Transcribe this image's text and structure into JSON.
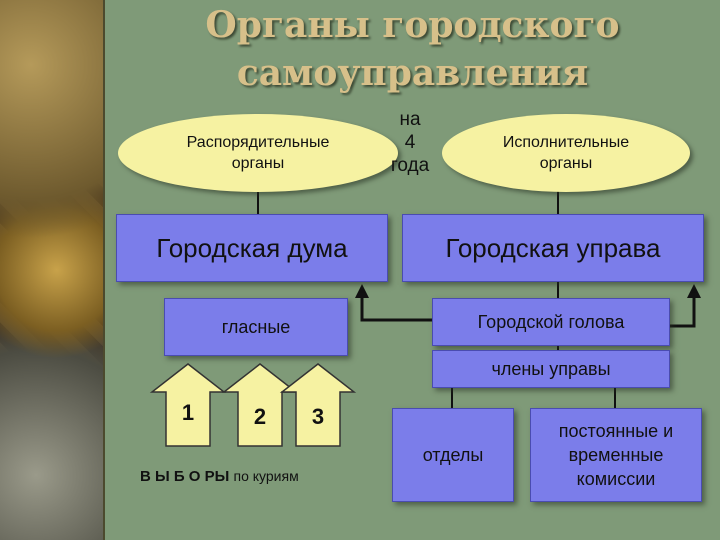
{
  "title": {
    "line1": "Органы городского",
    "line2": "самоуправления"
  },
  "ovals": {
    "left": [
      "Распорядительные",
      "органы"
    ],
    "right": [
      "Исполнительные",
      "органы"
    ]
  },
  "term": [
    "на",
    "4",
    "года"
  ],
  "boxes": {
    "duma": "Городская дума",
    "uprava": "Городская управа",
    "glasnye": "гласные",
    "golova": "Городской голова",
    "chleny": "члены управы",
    "otdely": "отделы",
    "komissii": [
      "постоянные и",
      "временные",
      "комиссии"
    ]
  },
  "elections": {
    "arrows": [
      "1",
      "2",
      "3"
    ],
    "label_main": "В Ы Б О РЫ",
    "label_sub": "по куриям"
  },
  "colors": {
    "background": "#7f9a78",
    "title": "#d7c08a",
    "oval": "#f6f2a2",
    "box": "#7b7dea",
    "arrow_fill": "#f6f2a2"
  }
}
